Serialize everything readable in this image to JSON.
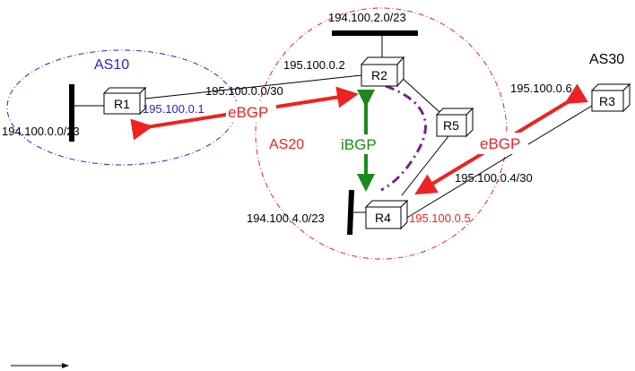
{
  "colors": {
    "as10": "#2222dd",
    "as20": "#ee2222",
    "as30": "#000000",
    "ebgp": "#ee2222",
    "ibgp": "#1a8a1a",
    "ibgp_session": "#7a1f8a",
    "ip_r1": "#2222dd",
    "ip_r4": "#ee2222"
  },
  "as_labels": {
    "as10": "AS10",
    "as20": "AS20",
    "as30": "AS30"
  },
  "routers": {
    "r1": "R1",
    "r2": "R2",
    "r3": "R3",
    "r4": "R4",
    "r5": "R5"
  },
  "networks": {
    "net_r1": "194.100.0.0/23",
    "net_r2": "194.100.2.0/23",
    "net_r4": "194.100.4.0/23"
  },
  "links": {
    "r1_r2_subnet": "195.100.0.0/30",
    "r2_ip": "195.100.0.2",
    "r1_ip": "195.100.0.1",
    "r3_ip": "195.100.0.6",
    "r3_r4_subnet": "195.100.0.4/30",
    "r4_ip": "195.100.0.5"
  },
  "protocols": {
    "ebgp_left": "eBGP",
    "ebgp_right": "eBGP",
    "ibgp": "iBGP"
  }
}
